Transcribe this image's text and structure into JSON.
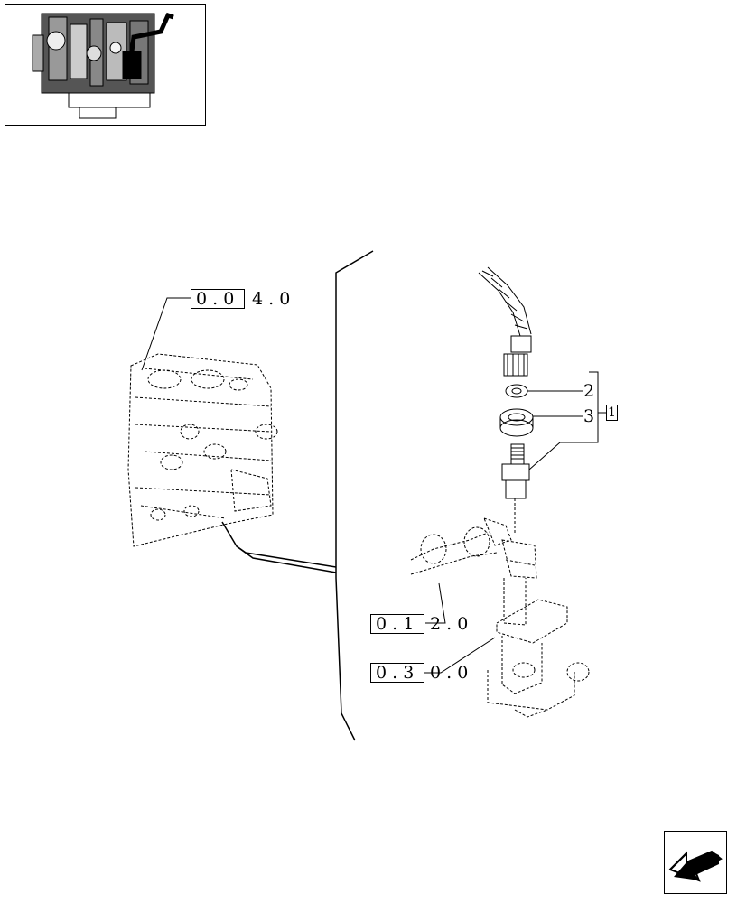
{
  "thumbnail": {
    "icon": "engine-location-thumbnail-icon"
  },
  "references": [
    {
      "id": "ref-0040",
      "boxed": "0 . 0",
      "rest": "4 . 0"
    },
    {
      "id": "ref-0120",
      "boxed": "0 . 1",
      "rest": "2 . 0"
    },
    {
      "id": "ref-0300",
      "boxed": "0 . 3",
      "rest": "0 . 0"
    }
  ],
  "callouts": {
    "item_2": "2",
    "item_3": "3",
    "kit": "1"
  },
  "navigation": {
    "icon": "previous-page-arrow-icon"
  }
}
